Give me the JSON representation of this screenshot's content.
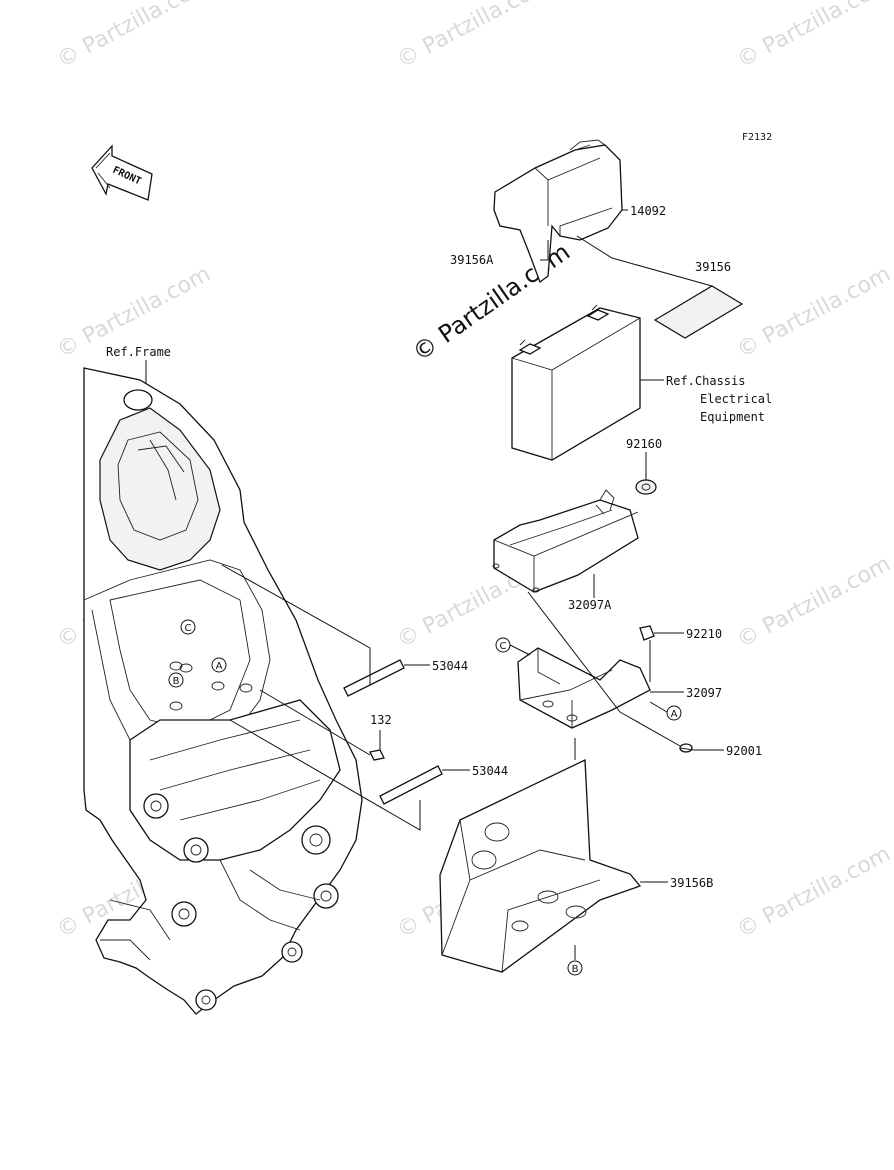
{
  "diagram_code": "F2132",
  "brand": {
    "text": "© Partzilla.com",
    "watermark": "© Partzilla.com"
  },
  "front_arrow": "FRONT",
  "references": {
    "frame": "Ref.Frame",
    "chassis_line1": "Ref.Chassis",
    "chassis_line2": "Electrical",
    "chassis_line3": "Equipment"
  },
  "parts": {
    "p14092": "14092",
    "p39156": "39156",
    "p39156A": "39156A",
    "p92160": "92160",
    "p32097A": "32097A",
    "p92210": "92210",
    "p32097": "32097",
    "p92001": "92001",
    "p53044_upper": "53044",
    "p132": "132",
    "p53044_lower": "53044",
    "p39156B": "39156B"
  },
  "callouts": {
    "A": "A",
    "B": "B",
    "C": "C"
  }
}
